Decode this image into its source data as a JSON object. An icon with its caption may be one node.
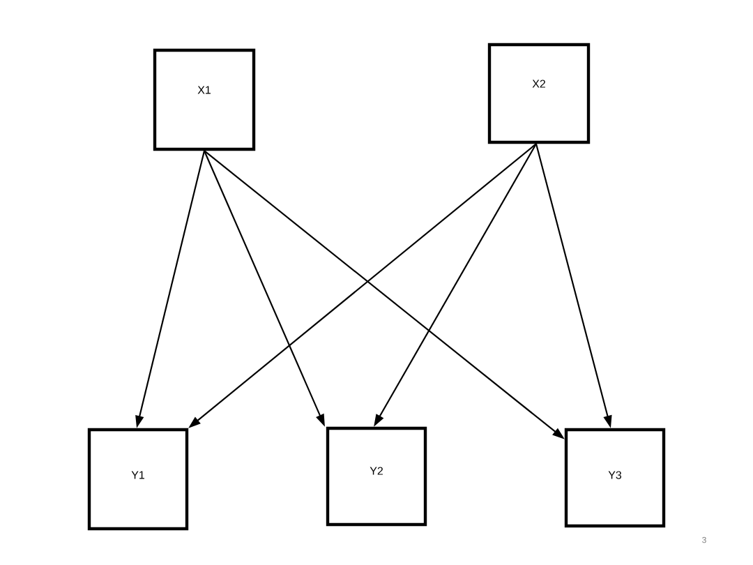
{
  "diagram": {
    "nodes": [
      {
        "text": [
          "X1"
        ]
      },
      {
        "text": [
          "X2"
        ]
      },
      {
        "text": [
          "Y1"
        ]
      },
      {
        "text": [
          "Y2"
        ]
      },
      {
        "text": [
          "Y3"
        ]
      }
    ],
    "edges": [
      {
        "from": 0,
        "to": 2,
        "arrow": "to"
      },
      {
        "from": 0,
        "to": 3,
        "arrow": "to"
      },
      {
        "from": 0,
        "to": 4,
        "arrow": "to"
      },
      {
        "from": 1,
        "to": 2,
        "arrow": "to"
      },
      {
        "from": 1,
        "to": 3,
        "arrow": "to"
      },
      {
        "from": 1,
        "to": 4,
        "arrow": "to"
      }
    ],
    "labels": [
      "3"
    ]
  }
}
